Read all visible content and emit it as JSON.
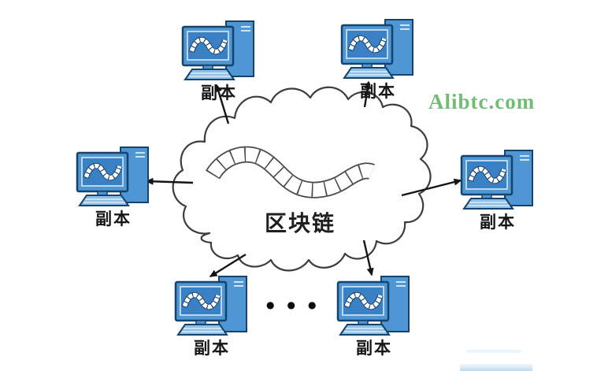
{
  "diagram": {
    "watermark": "Alibtc.com",
    "cloud_label": "区块链",
    "ellipsis": "●●●",
    "nodes": [
      {
        "id": "top-left",
        "label": "副本"
      },
      {
        "id": "top-right",
        "label": "副本"
      },
      {
        "id": "left",
        "label": "副本"
      },
      {
        "id": "right",
        "label": "副本"
      },
      {
        "id": "bottom-left",
        "label": "副本"
      },
      {
        "id": "bottom-right",
        "label": "副本"
      }
    ]
  },
  "colors": {
    "watermark_green": "#71bd75",
    "computer_blue": "#4e96d4",
    "screen_blue": "#3a80c4",
    "keyboard_blue": "#8fc0e8",
    "outline_navy": "#16436b",
    "arrow_black": "#1a1a1a",
    "cloud_stroke": "#3d3d3d",
    "background": "#ffffff"
  }
}
